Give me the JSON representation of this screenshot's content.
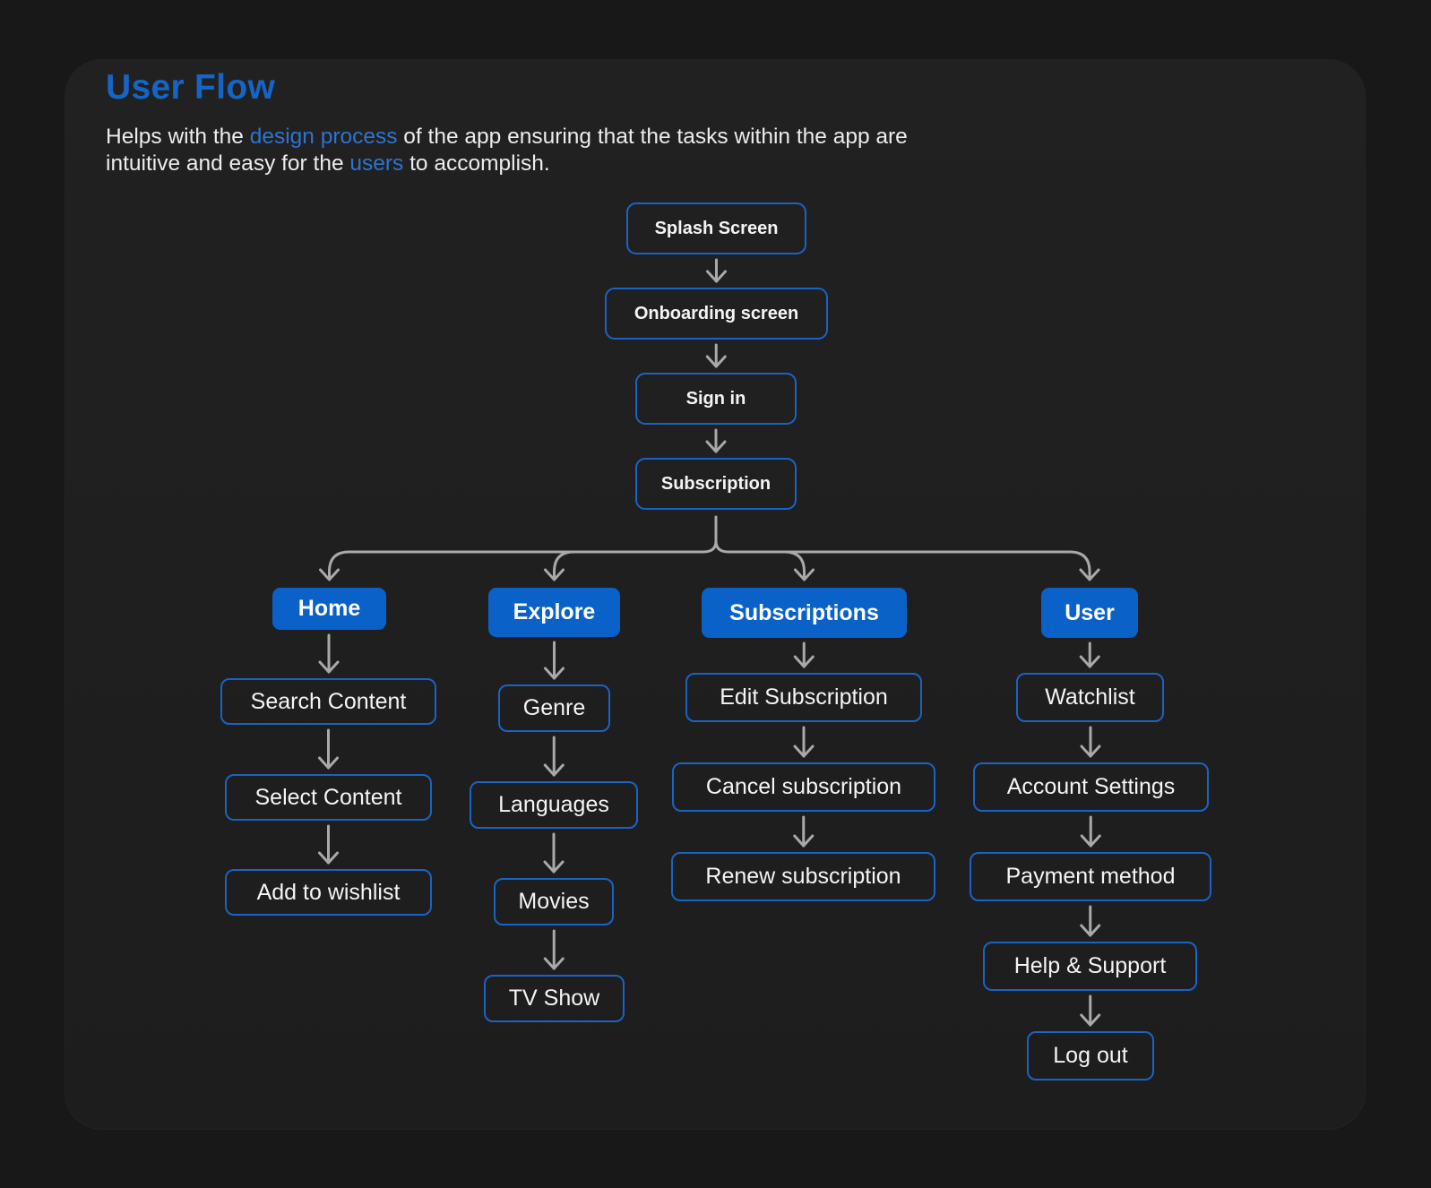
{
  "header": {
    "title": "User Flow",
    "desc_1": "Helps with the ",
    "desc_hl_1": "design process",
    "desc_2": " of the app ensuring that the tasks within the app are intuitive and easy for the ",
    "desc_hl_2": "users",
    "desc_3": " to accomplish."
  },
  "colors": {
    "accent": "#1565c6",
    "node_border": "#1a63c4",
    "branch_fill": "#0a62c8",
    "connector": "#a9a9a9",
    "card": "#212121",
    "background": "#181818"
  },
  "flow": {
    "top": [
      "Splash Screen",
      "Onboarding screen",
      "Sign in",
      "Subscription"
    ],
    "branches": [
      {
        "label": "Home",
        "items": [
          "Search Content",
          "Select Content",
          "Add to wishlist"
        ]
      },
      {
        "label": "Explore",
        "items": [
          "Genre",
          "Languages",
          "Movies",
          "TV Show"
        ]
      },
      {
        "label": "Subscriptions",
        "items": [
          "Edit Subscription",
          "Cancel subscription",
          "Renew subscription"
        ]
      },
      {
        "label": "User",
        "items": [
          "Watchlist",
          "Account Settings",
          "Payment method",
          "Help & Support",
          "Log out"
        ]
      }
    ]
  }
}
